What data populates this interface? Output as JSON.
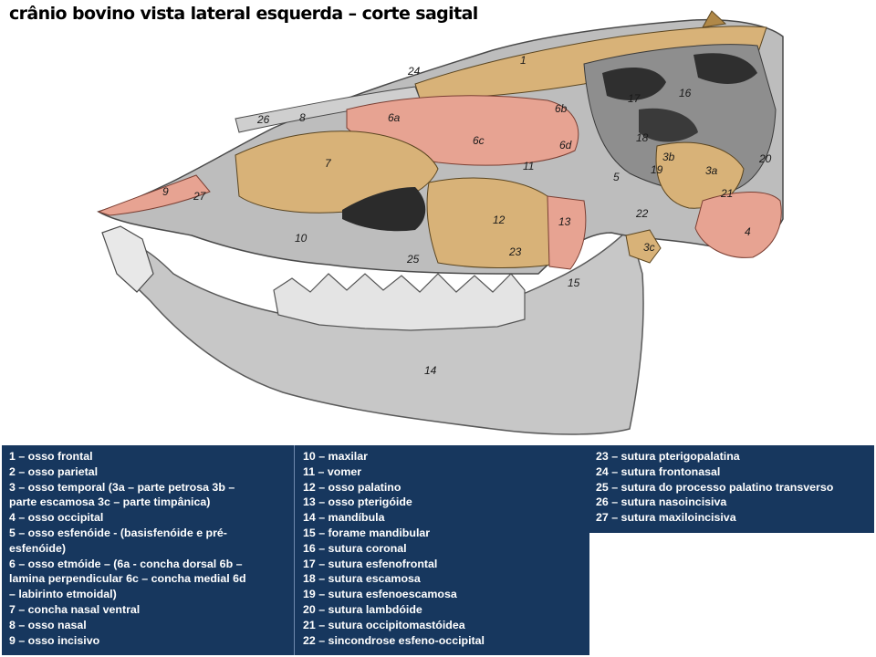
{
  "title": "crânio bovino vista lateral esquerda – corte sagital",
  "colors": {
    "legend_bg": "#17375e",
    "legend_text": "#ffffff",
    "bone_tan": "#d8b278",
    "bone_pink": "#e7a392",
    "bone_grey": "#bdbdbd",
    "sinus_dark": "#2b2b2b"
  },
  "figure": {
    "labels": [
      "1",
      "24",
      "26",
      "8",
      "6a",
      "6b",
      "6c",
      "6d",
      "7",
      "9",
      "27",
      "10",
      "11",
      "12",
      "13",
      "23",
      "25",
      "3b",
      "3a",
      "3c",
      "19",
      "17",
      "16",
      "18",
      "5",
      "20",
      "21",
      "22",
      "4",
      "14",
      "15"
    ]
  },
  "legend": {
    "columns": [
      {
        "items": [
          "1 – osso frontal",
          "2 – osso parietal",
          "3 – osso temporal (3a – parte petrosa 3b –\nparte escamosa 3c – parte timpânica)",
          "4 – osso occipital",
          "5 – osso esfenóide - (basisfenóide e pré-\nesfenóide)",
          "6 – osso etmóide – (6a - concha dorsal 6b –\nlamina perpendicular 6c – concha medial 6d\n– labirinto etmoidal)",
          "7 – concha nasal ventral",
          "8 – osso nasal",
          "9 – osso incisivo"
        ]
      },
      {
        "items": [
          "10 – maxilar",
          "11 – vomer",
          "12 – osso palatino",
          "13 – osso pterigóide",
          "14 – mandíbula",
          "15 – forame mandibular",
          "16 – sutura coronal",
          "17 – sutura esfenofrontal",
          "18 – sutura escamosa",
          "19 – sutura esfenoescamosa",
          "20 – sutura lambdóide",
          "21 – sutura occipitomastóidea",
          "22 – sincondrose esfeno-occipital"
        ]
      },
      {
        "items": [
          "23 – sutura pterigopalatina",
          "24 – sutura frontonasal",
          "25 – sutura do processo palatino transverso",
          "26 – sutura nasoincisiva",
          "27 – sutura maxiloincisiva"
        ]
      }
    ]
  }
}
